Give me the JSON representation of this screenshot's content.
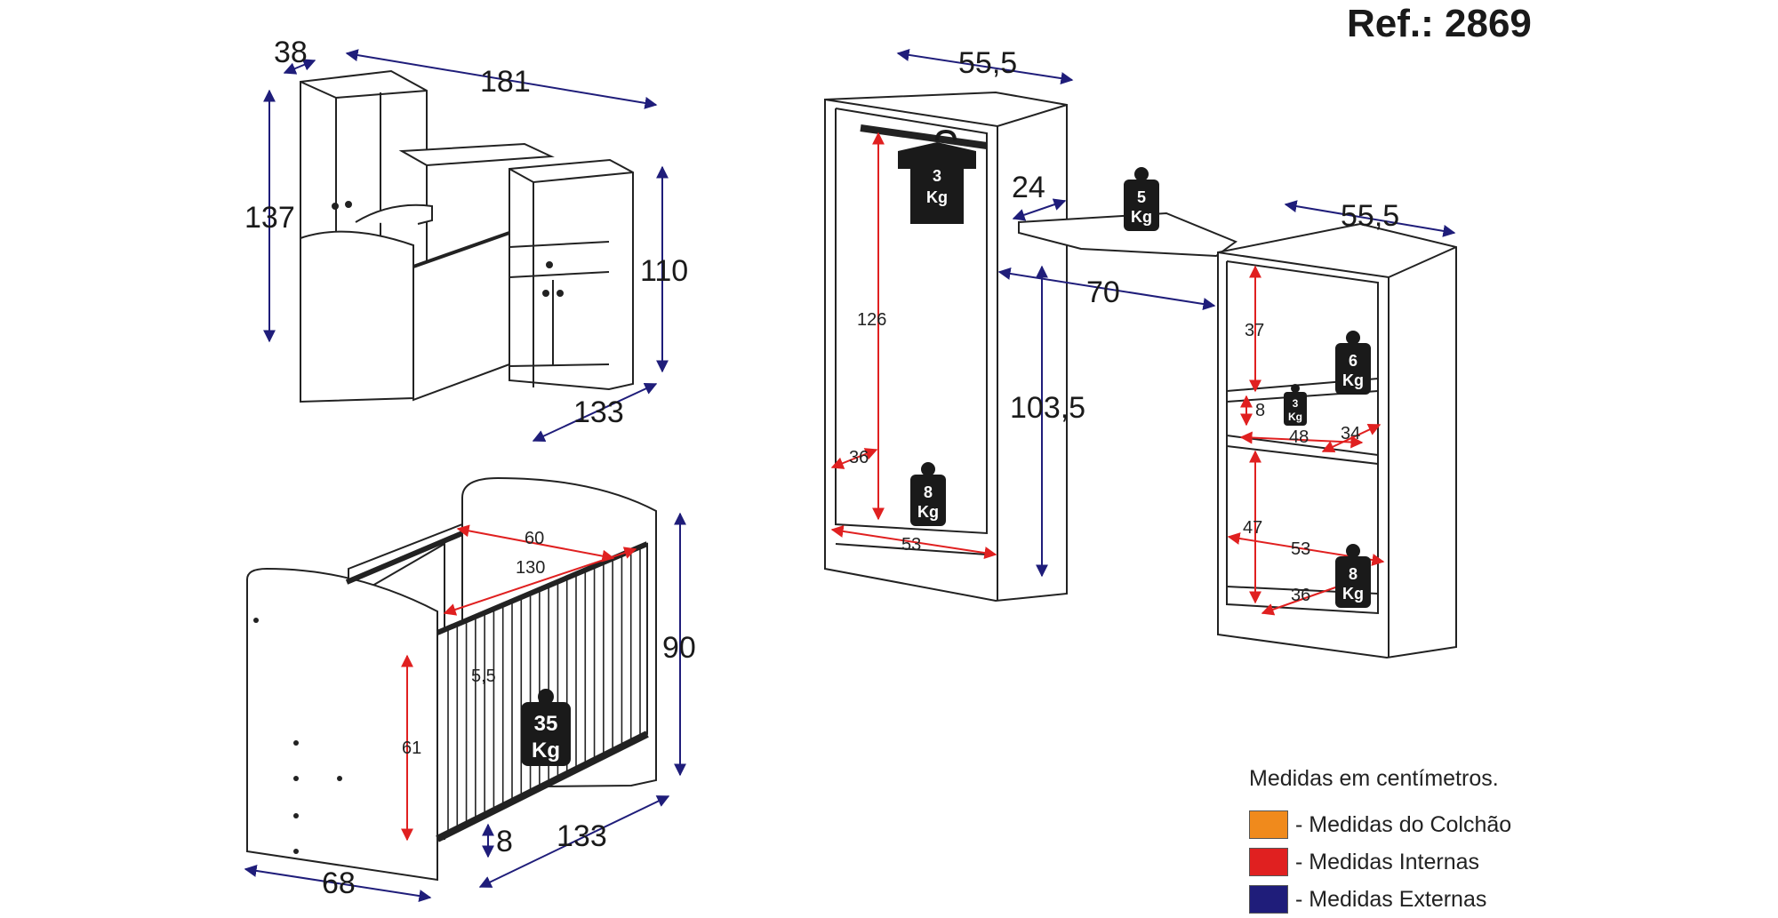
{
  "reference": "Ref.: 2869",
  "colors": {
    "colchao": "#f08a1c",
    "internas": "#e02020",
    "externas": "#1f1d7a",
    "line": "#222222",
    "weight_fill": "#1a1a1a"
  },
  "overview": {
    "dims": {
      "depth": "38",
      "width": "181",
      "height": "137",
      "cabinet_height": "110",
      "length": "133"
    }
  },
  "crib": {
    "dims": {
      "inner_width": "60",
      "inner_length": "130",
      "slat_gap": "5,5",
      "inner_height": "61",
      "height": "90",
      "base_height": "8",
      "length": "133",
      "width": "68"
    },
    "weight": {
      "value": "35",
      "unit": "Kg"
    }
  },
  "wardrobe": {
    "dims": {
      "width": "55,5",
      "inner_height": "126",
      "inner_depth": "36",
      "inner_width": "53"
    },
    "weights": [
      {
        "value": "3",
        "unit": "Kg"
      },
      {
        "value": "8",
        "unit": "Kg"
      }
    ]
  },
  "shelf": {
    "dims": {
      "depth": "24",
      "length": "70",
      "height": "103,5"
    },
    "weight": {
      "value": "5",
      "unit": "Kg"
    }
  },
  "dresser": {
    "dims": {
      "width": "55,5",
      "top_niche": "37",
      "drawer_height": "8",
      "drawer_width": "48",
      "drawer_depth": "34",
      "bottom_height": "47",
      "inner_width": "53",
      "inner_depth": "36"
    },
    "weights": [
      {
        "value": "6",
        "unit": "Kg"
      },
      {
        "value": "3",
        "unit": "Kg"
      },
      {
        "value": "8",
        "unit": "Kg"
      }
    ]
  },
  "legend": {
    "title": "Medidas em centímetros.",
    "items": [
      {
        "label": "- Medidas do Colchão",
        "color": "#f08a1c"
      },
      {
        "label": "- Medidas Internas",
        "color": "#e02020"
      },
      {
        "label": "- Medidas Externas",
        "color": "#1f1d7a"
      }
    ]
  }
}
